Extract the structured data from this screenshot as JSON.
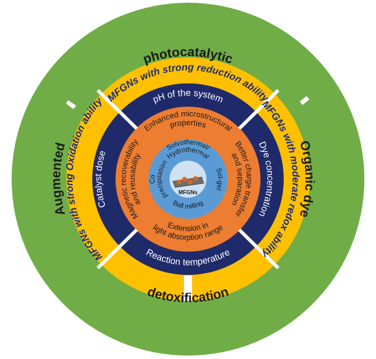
{
  "colors": {
    "green": "#70ad47",
    "yellow": "#ffc000",
    "navy": "#1f2a6b",
    "orange": "#ed7d31",
    "blue": "#5b9bd5",
    "center": "#cfe2f3",
    "divider": "#ffffff"
  },
  "outer_ring": {
    "top": "photocatalytic",
    "right": "Organic dye",
    "bottom": "detoxification",
    "left": "Augmented"
  },
  "ability_ring": {
    "top": "MFGNs with strong reduction ability",
    "right": "MFGNs with moderate redox ability",
    "left": "MFGNs with strong Oxidation ability"
  },
  "parameter_ring": {
    "top": "pH of the system",
    "right": "Dye concentration",
    "bottom": "Reaction temperature",
    "left": "Catalyst dose"
  },
  "property_ring": {
    "top_line1": "Enhanced microstructural",
    "top_line2": "properties",
    "right_line1": "Better charge transfer",
    "right_line2": "and separation",
    "bottom_line1": "Extension in",
    "bottom_line2": "light absorption range",
    "left_line1": "Magnetic recoverability",
    "left_line2": "and reusability"
  },
  "method_ring": {
    "top_line1": "Solvothermal/",
    "top_line2": "Hydrothermal",
    "right": "Sol-gel",
    "bottom": "Ball milling",
    "left_line1": "Co",
    "left_line2": "precipitation"
  },
  "center": {
    "label": "MFGNs"
  }
}
